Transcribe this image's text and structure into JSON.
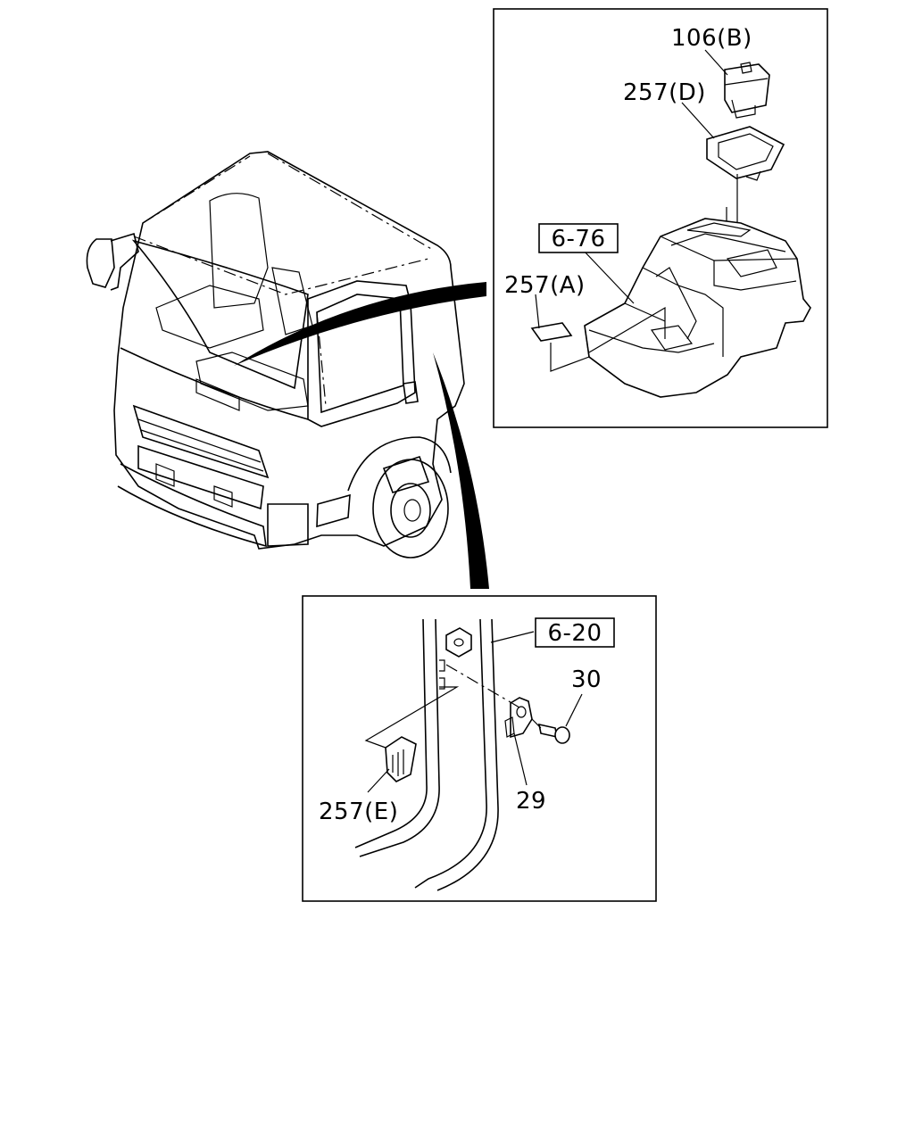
{
  "diagram": {
    "callouts": {
      "part_106b": "106(B)",
      "part_257d": "257(D)",
      "ref_6_76": "6-76",
      "part_257a": "257(A)",
      "ref_6_20": "6-20",
      "part_30": "30",
      "part_29": "29",
      "part_257e": "257(E)"
    }
  }
}
